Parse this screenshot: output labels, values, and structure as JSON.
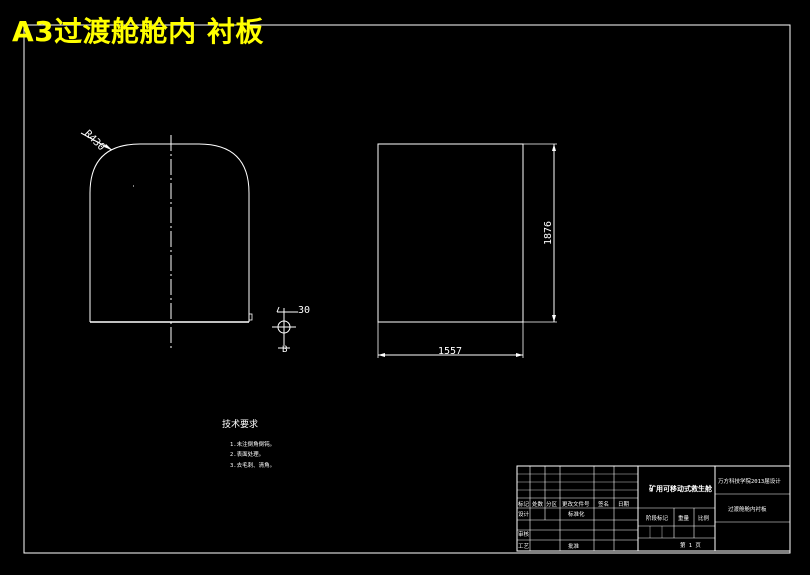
{
  "title": "A3过渡舱舱内 衬板",
  "dims": {
    "radius": "R430",
    "gap": "30",
    "height": "1876",
    "width": "1557",
    "center_mark": "B"
  },
  "notes": {
    "heading": "技术要求",
    "items": [
      "1.未注倒角倒钝。",
      "2.表面处理。",
      "3.去毛刺、清角。"
    ]
  },
  "title_block": {
    "company": "矿用可移动式救生舱",
    "project": "万方科技学院2013届设计",
    "drawing_name": "过渡舱舱内衬板",
    "sheet": "第 1 页",
    "cells": {
      "biaoji": "标记",
      "chushu": "处数",
      "fenqu": "分区",
      "gengai": "更改文件号",
      "qianming": "签名",
      "riqi": "日期",
      "sheji": "设计",
      "biaozhunhua": "标准化",
      "jieduan": "阶段标记",
      "zhongliang": "重量",
      "bili": "比例",
      "shenhe": "审核",
      "gongyi": "工艺",
      "pizhun": "批准"
    }
  }
}
